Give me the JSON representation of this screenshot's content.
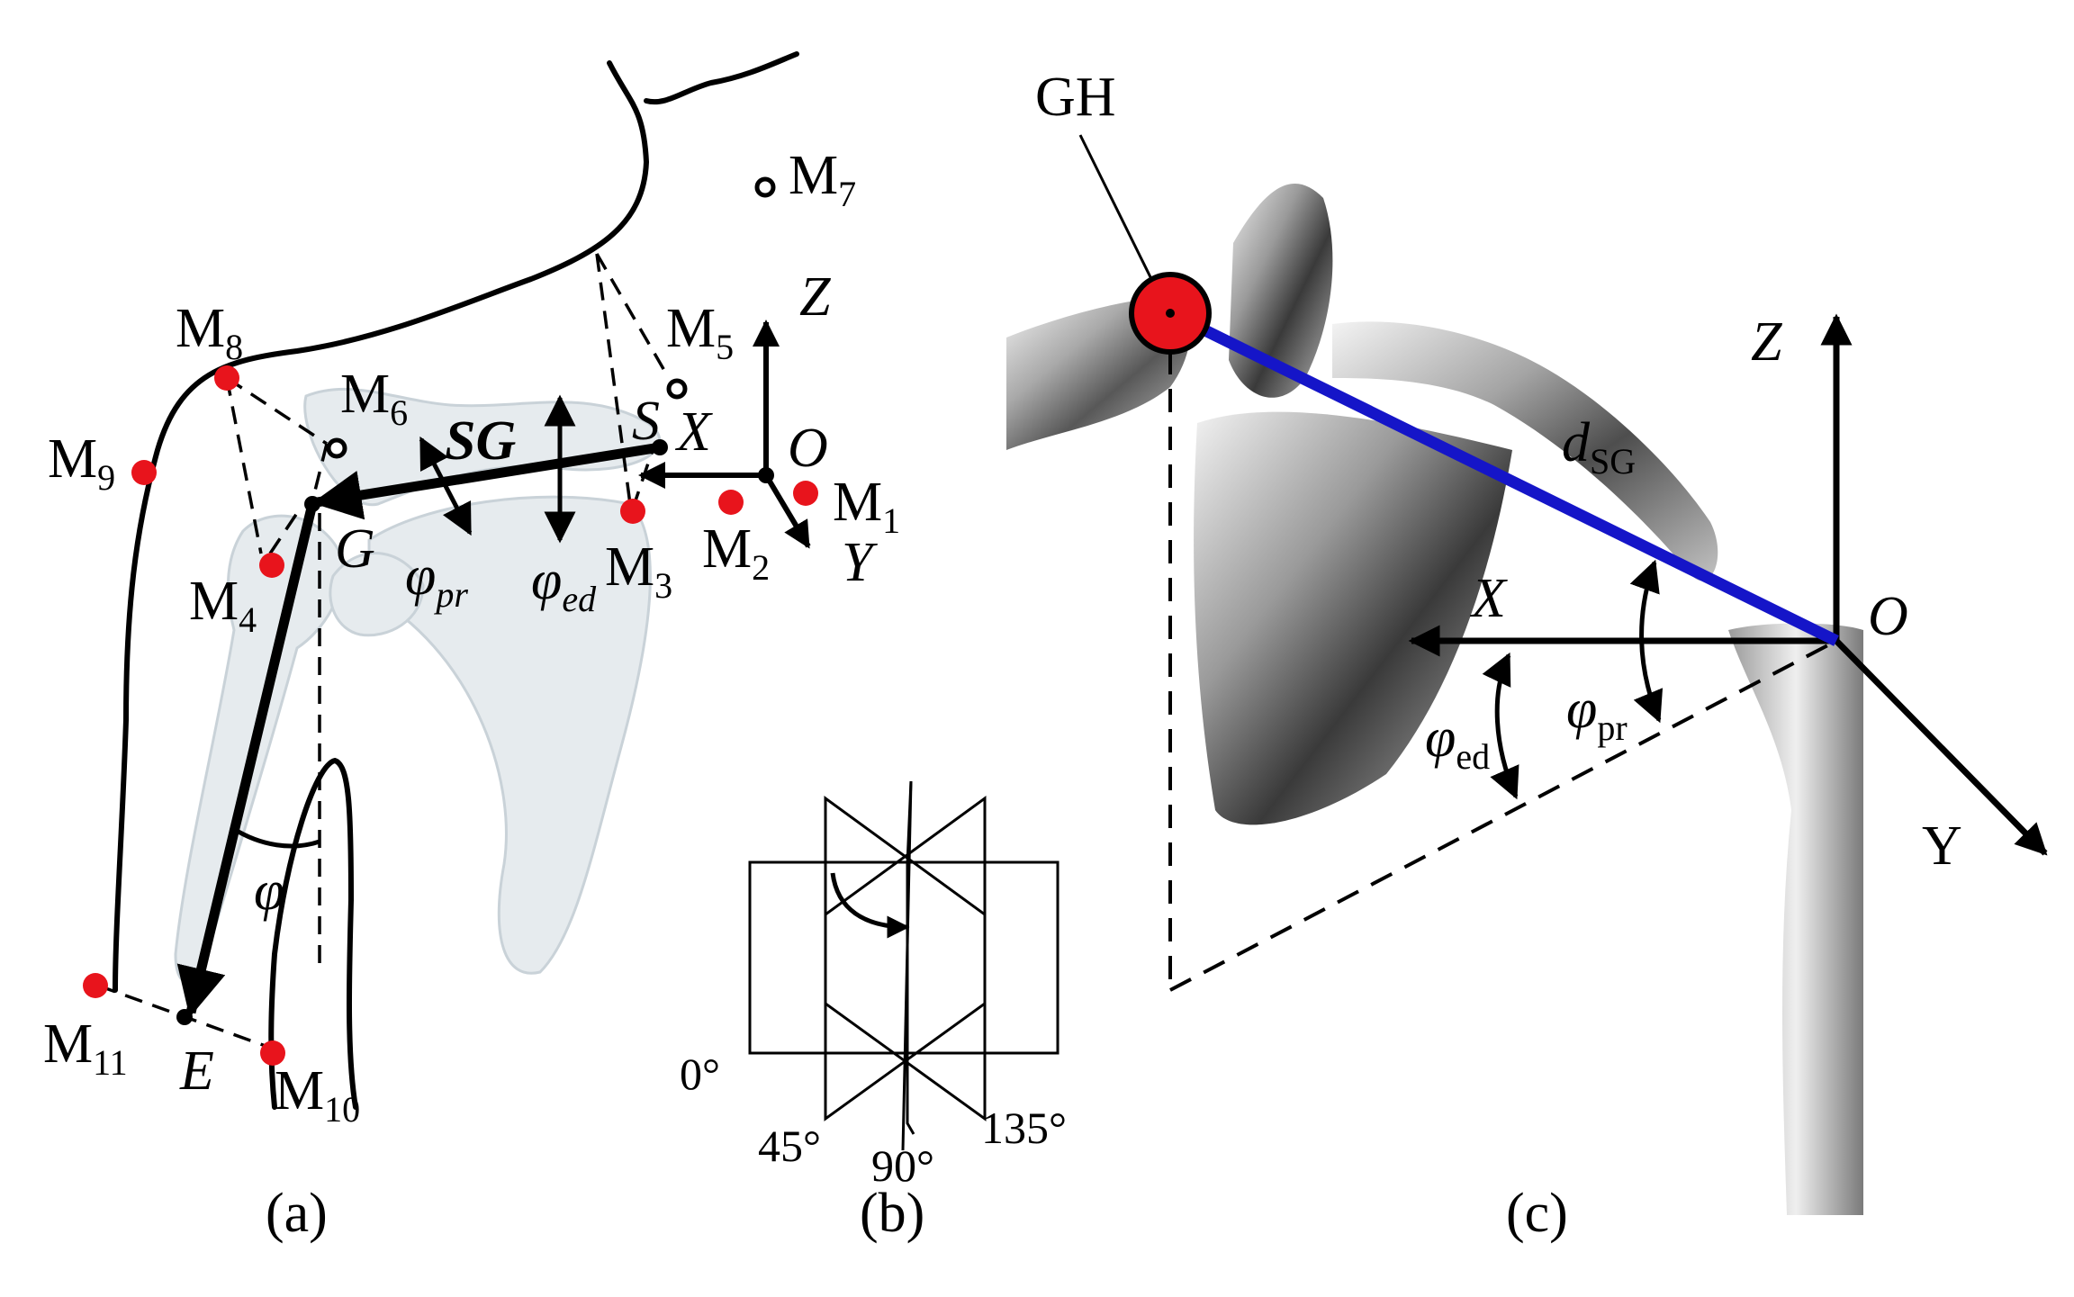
{
  "figure": {
    "panel_a": {
      "caption": "(a)",
      "markers": [
        {
          "name": "M",
          "sub": "1"
        },
        {
          "name": "M",
          "sub": "2"
        },
        {
          "name": "M",
          "sub": "3"
        },
        {
          "name": "M",
          "sub": "4"
        },
        {
          "name": "M",
          "sub": "5"
        },
        {
          "name": "M",
          "sub": "6"
        },
        {
          "name": "M",
          "sub": "7"
        },
        {
          "name": "M",
          "sub": "8"
        },
        {
          "name": "M",
          "sub": "9"
        },
        {
          "name": "M",
          "sub": "10"
        },
        {
          "name": "M",
          "sub": "11"
        }
      ],
      "points": {
        "S": "S",
        "G": "G",
        "E": "E",
        "O": "O"
      },
      "axes": {
        "X": "X",
        "Y": "Y",
        "Z": "Z"
      },
      "vector_label": "SG",
      "angles": {
        "pr": {
          "symbol": "φ",
          "sub": "pr"
        },
        "ed": {
          "symbol": "φ",
          "sub": "ed"
        },
        "elev": {
          "symbol": "φ"
        }
      },
      "colors": {
        "marker_filled": "#e8141c",
        "line": "#000000",
        "bone": "#e6ebee"
      }
    },
    "panel_b": {
      "caption": "(b)",
      "plane_angles": [
        "0°",
        "45°",
        "90°",
        "135°"
      ]
    },
    "panel_c": {
      "caption": "(c)",
      "joint_label": "GH",
      "origin_label": "O",
      "axes": {
        "X": "X",
        "Y": "Y",
        "Z": "Z"
      },
      "distance": {
        "symbol": "d",
        "sub": "SG"
      },
      "angles": {
        "pr": {
          "symbol": "φ",
          "sub": "pr"
        },
        "ed": {
          "symbol": "φ",
          "sub": "ed"
        }
      },
      "colors": {
        "joint": "#e8141c",
        "vector": "#1515c8"
      }
    }
  }
}
